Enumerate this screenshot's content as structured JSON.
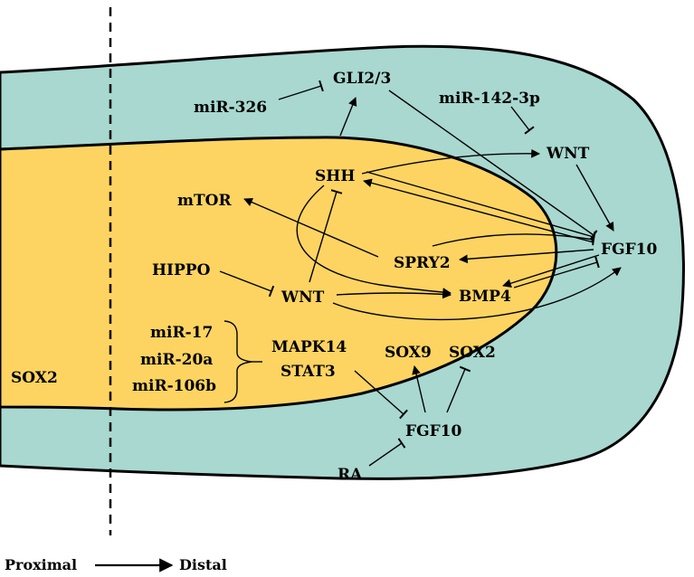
{
  "colors": {
    "mesenchyme": "#a8d8d0",
    "epithelium": "#fdd462",
    "outline": "#000000",
    "background": "#ffffff"
  },
  "labels": {
    "gli": "GLI2/3",
    "mir326": "miR-326",
    "mir142": "miR-142-3p",
    "wnt_mes": "WNT",
    "shh": "SHH",
    "mtor": "mTOR",
    "spry2": "SPRY2",
    "fgf10_main": "FGF10",
    "hippo": "HIPPO",
    "wnt_epi": "WNT",
    "bmp4": "BMP4",
    "mir17": "miR-17",
    "mir20a": "miR-20a",
    "mir106b": "miR-106b",
    "mapk14": "MAPK14",
    "stat3": "STAT3",
    "sox9": "SOX9",
    "sox2_epi": "SOX2",
    "sox2_prox": "SOX2",
    "fgf10_low": "FGF10",
    "ra": "RA"
  },
  "axis": {
    "proximal": "Proximal",
    "distal": "Distal"
  }
}
